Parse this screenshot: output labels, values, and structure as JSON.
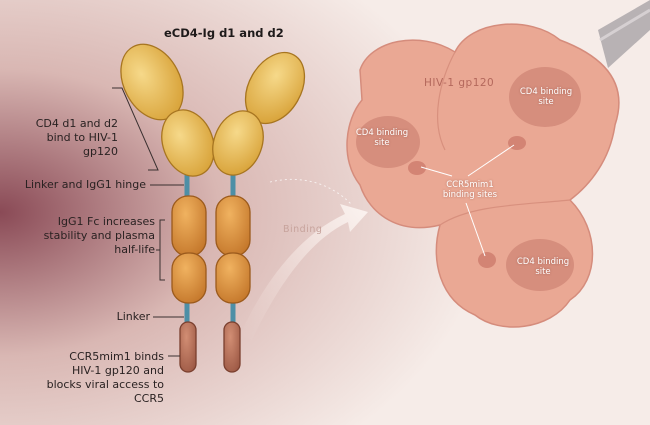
{
  "title": "eCD4-Ig d1 and d2",
  "labels": {
    "cd4_domains": "CD4 d1 and d2 bind to HIV-1 gp120",
    "hinge": "Linker and IgG1 hinge",
    "fc": "IgG1 Fc increases stability and plasma half-life",
    "linker": "Linker",
    "ccr5": "CCR5mim1 binds HIV-1 gp120 and blocks viral access to CCR5"
  },
  "binding_arrow": "Binding",
  "gp120": {
    "title": "HIV-1 gp120",
    "cd4_site_left": "CD4 binding site",
    "cd4_site_top_right": "CD4 binding site",
    "cd4_site_bottom_right": "CD4 binding site",
    "ccr5_sites": "CCR5mim1 binding sites"
  },
  "colors": {
    "cd4_domain": "#e8b64c",
    "fc_domain": "#d88e3c",
    "ccr5mim1": "#b8705a",
    "linker": "#4d8fa6",
    "gp120": "#e9a592",
    "background_left": "#8a4a56"
  }
}
